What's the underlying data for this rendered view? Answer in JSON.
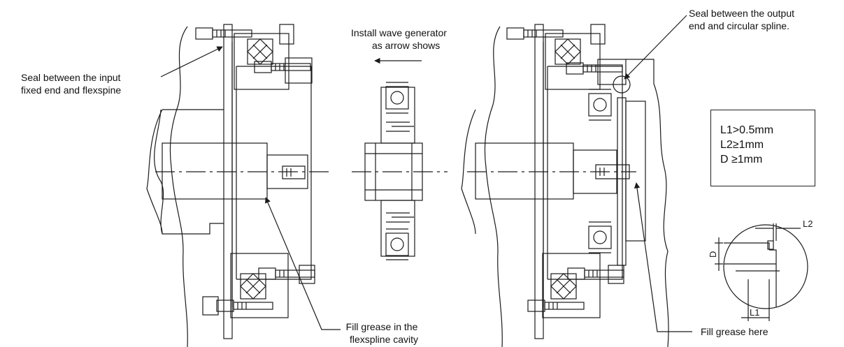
{
  "annotations": {
    "input_seal": [
      "Seal between the input",
      "fixed end and flexspine"
    ],
    "install": [
      "Install wave generator",
      "as arrow shows"
    ],
    "output_seal": [
      "Seal between the output",
      "end and circular spline."
    ],
    "fill_cavity": [
      "Fill grease in the",
      "flexspline cavity"
    ],
    "fill_here": "Fill grease here"
  },
  "spec_box": [
    "L1>0.5mm",
    "L2≥1mm",
    "D ≥1mm"
  ],
  "detail_labels": {
    "l2": "L2",
    "d": "D",
    "l1": "L1"
  },
  "colors": {
    "line": "#1a1a1a",
    "paper": "#ffffff"
  }
}
